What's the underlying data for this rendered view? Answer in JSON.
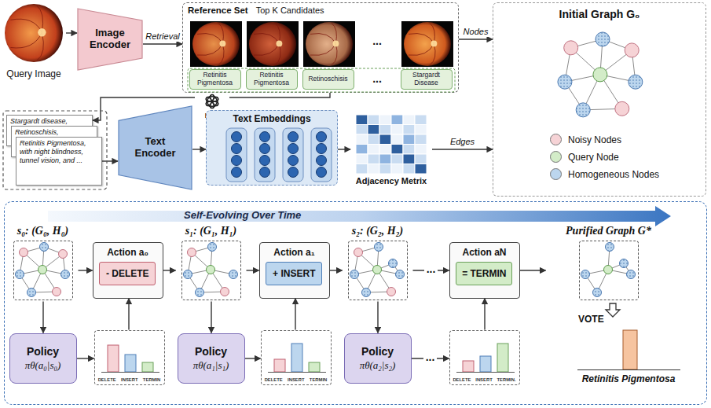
{
  "diagram": {
    "nodes": [
      {
        "text": [
          "Query Image"
        ]
      },
      {
        "text": [
          "Image Encoder"
        ]
      },
      {
        "text": [
          "Reference Set",
          "Top K Candidates"
        ]
      },
      {
        "text": [
          "Retinitis Pigmentosa"
        ],
        "in": 2
      },
      {
        "text": [
          "Retinitis Pigmentosa"
        ],
        "in": 2
      },
      {
        "text": [
          "Retinoschisis"
        ],
        "in": 2
      },
      {
        "text": [
          "Stargardt Disease"
        ],
        "in": 2
      },
      {
        "text": [
          "Initial Graph G₀"
        ]
      },
      {
        "text": [
          "LLM"
        ]
      },
      {
        "text": [
          "Stargardt disease,"
        ]
      },
      {
        "text": [
          "Retinoschisis,"
        ]
      },
      {
        "text": [
          "Retinitis Pigmentosa, with night blindness, tunnel vision, and ..."
        ]
      },
      {
        "text": [
          "Text Encoder"
        ]
      },
      {
        "text": [
          "Text Embeddings"
        ]
      },
      {
        "text": [
          "Adjacency Metrix"
        ]
      },
      {
        "text": [
          "Self-Evolving Over Time"
        ]
      },
      {
        "text": [
          "s₀: (G₀, H₀)"
        ],
        "in": 15
      },
      {
        "text": [
          "Action a₀"
        ],
        "in": 15
      },
      {
        "text": [
          "- DELETE"
        ],
        "in": 17
      },
      {
        "text": [
          "Policy",
          "πθ(a₀|s₀)"
        ],
        "in": 15
      },
      {
        "text": [
          "DELETE",
          "INSERT",
          "TERMIN"
        ],
        "in": 15
      },
      {
        "text": [
          "s₁: (G₁, H₁)"
        ],
        "in": 15
      },
      {
        "text": [
          "Action a₁"
        ],
        "in": 15
      },
      {
        "text": [
          "+ INSERT"
        ],
        "in": 22
      },
      {
        "text": [
          "Policy",
          "πθ(a₁|s₁)"
        ],
        "in": 15
      },
      {
        "text": [
          "DELETE",
          "INSERT",
          "TERMIN"
        ],
        "in": 15
      },
      {
        "text": [
          "s₂: (G₂, H₂)"
        ],
        "in": 15
      },
      {
        "text": [
          "Policy",
          "πθ(a₂|s₂)"
        ],
        "in": 15
      },
      {
        "text": [
          "Action aN"
        ],
        "in": 15
      },
      {
        "text": [
          "= TERMIN"
        ],
        "in": 28
      },
      {
        "text": [
          "DELETE",
          "INSERT",
          "TERMIN."
        ],
        "in": 15
      },
      {
        "text": [
          "Purified Graph G*"
        ],
        "in": 15
      }
    ],
    "edges": [
      {
        "from": 0,
        "to": 1,
        "arrow": "to"
      },
      {
        "from": 1,
        "to": 2,
        "arrow": "to",
        "label": "Retrieval"
      },
      {
        "from": 2,
        "to": 7,
        "arrow": "to",
        "label": "Nodes"
      },
      {
        "from": 2,
        "to": 8,
        "arrow": "none"
      },
      {
        "from": 8,
        "to": 9,
        "arrow": "to"
      },
      {
        "from": 11,
        "to": 12,
        "arrow": "to"
      },
      {
        "from": 12,
        "to": 13,
        "arrow": "to"
      },
      {
        "from": 13,
        "to": 14,
        "arrow": "to"
      },
      {
        "from": 14,
        "to": 7,
        "arrow": "to",
        "label": "Edges"
      },
      {
        "from": 16,
        "to": 17,
        "arrow": "to"
      },
      {
        "from": 17,
        "to": 21,
        "arrow": "to"
      },
      {
        "from": 21,
        "to": 22,
        "arrow": "to"
      },
      {
        "from": 22,
        "to": 26,
        "arrow": "to"
      },
      {
        "from": 26,
        "to": 28,
        "arrow": "to",
        "label": "..."
      },
      {
        "from": 28,
        "to": 31,
        "arrow": "to"
      },
      {
        "from": 16,
        "to": 19,
        "arrow": "to"
      },
      {
        "from": 19,
        "to": 20,
        "arrow": "to"
      },
      {
        "from": 20,
        "to": 17,
        "arrow": "to"
      },
      {
        "from": 21,
        "to": 24,
        "arrow": "to"
      },
      {
        "from": 24,
        "to": 25,
        "arrow": "to"
      },
      {
        "from": 25,
        "to": 22,
        "arrow": "to"
      },
      {
        "from": 26,
        "to": 27,
        "arrow": "to"
      },
      {
        "from": 27,
        "to": 30,
        "arrow": "to",
        "label": "..."
      },
      {
        "from": 30,
        "to": 28,
        "arrow": "to"
      }
    ],
    "labels": [
      "...",
      "...",
      "VOTE",
      "Retinitis Pigmentosa"
    ],
    "legend": [
      {
        "text": "Noisy Nodes",
        "color": "#f6d3d6"
      },
      {
        "text": "Query Node",
        "color": "#d3ecc8"
      },
      {
        "text": "Homogeneous Nodes",
        "color": "#bcd6ee"
      }
    ]
  }
}
